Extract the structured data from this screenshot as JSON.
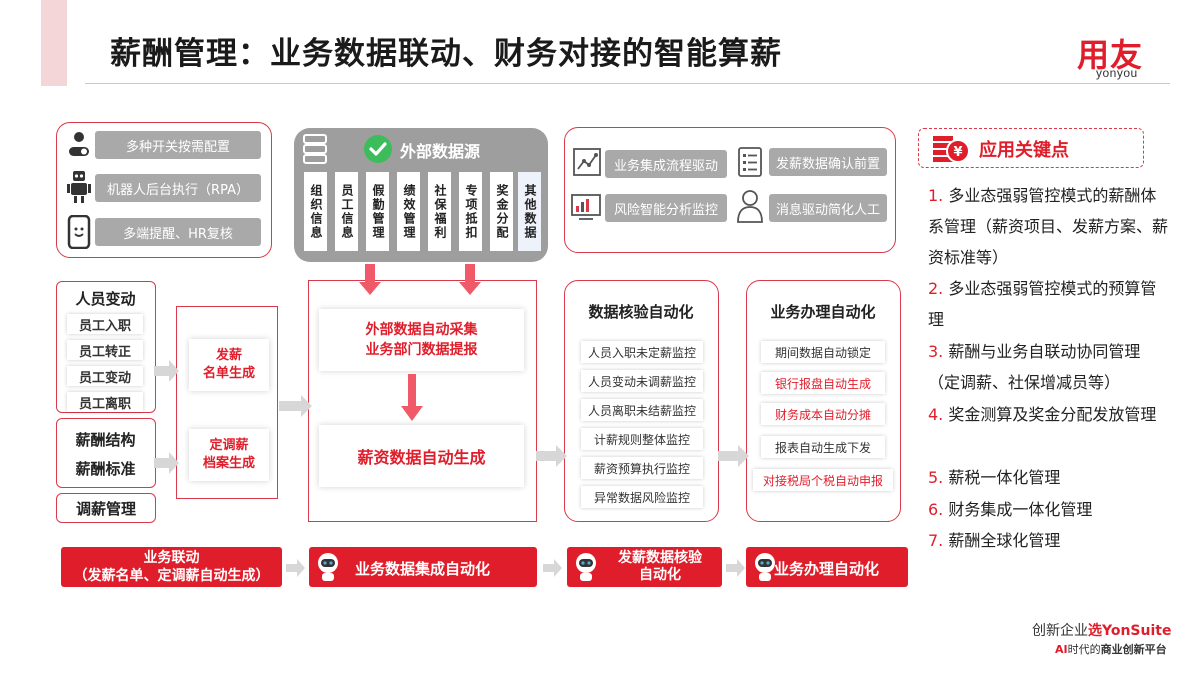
{
  "header": {
    "title": "薪酬管理：业务数据联动、财务对接的智能算薪",
    "logo_cn": "用友",
    "logo_en": "yonyou"
  },
  "top_left_panel": {
    "items": [
      {
        "label": "多种开关按需配置",
        "icon": "toggle-switch-icon"
      },
      {
        "label": "机器人后台执行（RPA）",
        "icon": "robot-icon"
      },
      {
        "label": "多端提醒、HR复核",
        "icon": "mobile-phone-icon"
      }
    ]
  },
  "data_source": {
    "title": "外部数据源",
    "icon": "check-circle-icon",
    "columns": [
      "组织信息",
      "员工信息",
      "假勤管理",
      "绩效管理",
      "社保福利",
      "专项抵扣",
      "奖金分配",
      "其他数据"
    ]
  },
  "top_right_panel": {
    "items": [
      {
        "label": "业务集成流程驱动",
        "icon": "flow-chart-icon"
      },
      {
        "label": "发薪数据确认前置",
        "icon": "checklist-icon"
      },
      {
        "label": "风险智能分析监控",
        "icon": "analytics-icon"
      },
      {
        "label": "消息驱动简化人工",
        "icon": "people-icon"
      }
    ]
  },
  "inputs": {
    "personnel_title": "人员变动",
    "personnel_items": [
      "员工入职",
      "员工转正",
      "员工变动",
      "员工离职"
    ],
    "salary_items": [
      "薪酬结构",
      "薪酬标准"
    ],
    "adjust": "调薪管理"
  },
  "generation": {
    "item1": "发薪\n名单生成",
    "item2": "定调薪\n档案生成"
  },
  "center": {
    "collect": "外部数据自动采集\n业务部门数据提报",
    "generate": "薪资数据自动生成"
  },
  "verify": {
    "title": "数据核验自动化",
    "items": [
      "人员入职未定薪监控",
      "人员变动未调薪监控",
      "人员离职未结薪监控",
      "计薪规则整体监控",
      "薪资预算执行监控",
      "异常数据风险监控"
    ]
  },
  "business": {
    "title": "业务办理自动化",
    "items": [
      {
        "label": "期间数据自动锁定",
        "color": "#333333"
      },
      {
        "label": "银行报盘自动生成",
        "color": "#e01e2b"
      },
      {
        "label": "财务成本自动分摊",
        "color": "#e01e2b"
      },
      {
        "label": "报表自动生成下发",
        "color": "#333333"
      },
      {
        "label": "对接税局个税自动申报",
        "color": "#e01e2b"
      }
    ]
  },
  "bottom_bar": {
    "b1": "业务联动\n（发薪名单、定调薪自动生成）",
    "b2": "业务数据集成自动化",
    "b3": "发薪数据核验\n自动化",
    "b4": "业务办理自动化"
  },
  "key_points": {
    "title": "应用关键点",
    "icon": "coin-yuan-icon",
    "items": [
      {
        "num": "1.",
        "text": " 多业态强弱管控模式的薪酬体系管理（薪资项目、发薪方案、薪资标准等）"
      },
      {
        "num": "2.",
        "text": " 多业态强弱管控模式的预算管理"
      },
      {
        "num": "3.",
        "text": " 薪酬与业务自联动协同管理（定调薪、社保增减员等）"
      },
      {
        "num": "4.",
        "text": " 奖金测算及奖金分配发放管理"
      },
      {
        "num": "5.",
        "text": " 薪税一体化管理"
      },
      {
        "num": "6.",
        "text": " 财务集成一体化管理"
      },
      {
        "num": "7.",
        "text": " 薪酬全球化管理"
      }
    ]
  },
  "footer": {
    "line1_a": "创新企业",
    "line1_b": "选YonSuite",
    "line2_a": "AI",
    "line2_b": "时代的",
    "line2_c": "商业创新平台"
  },
  "colors": {
    "brand_red": "#e01e2b",
    "border_red": "#d9394a",
    "grey": "#a9a9a9"
  }
}
